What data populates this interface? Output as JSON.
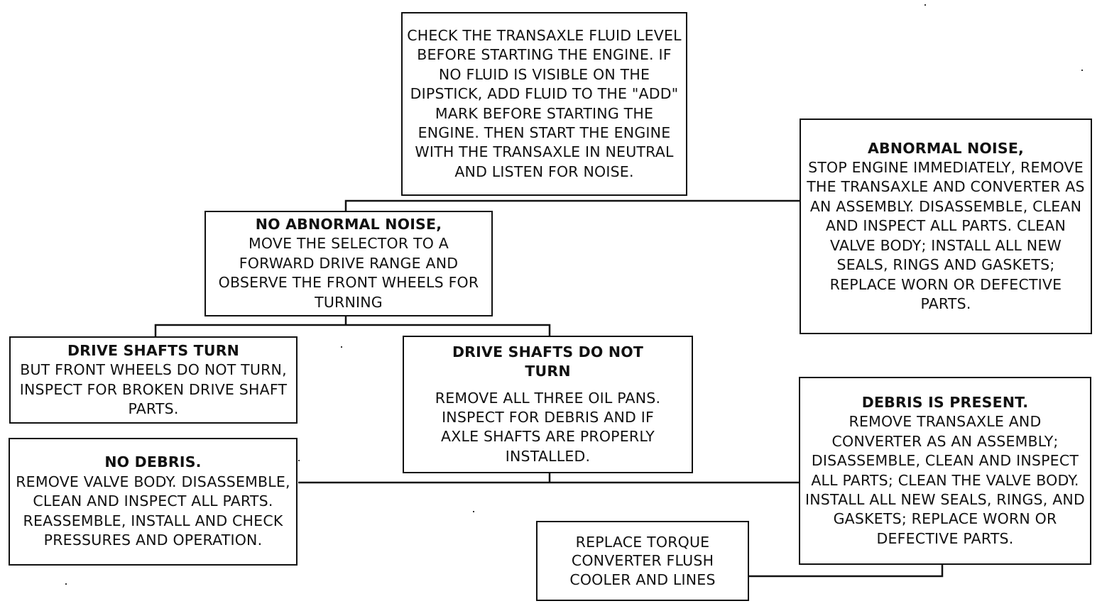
{
  "boxes": {
    "start": {
      "text": "CHECK THE TRANSAXLE FLUID LEVEL BEFORE STARTING THE ENGINE. IF NO FLUID IS VISIBLE ON THE DIPSTICK, ADD FLUID TO THE \"ADD\" MARK BEFORE STARTING THE ENGINE. THEN START THE ENGINE WITH THE TRANSAXLE IN NEUTRAL AND LISTEN FOR NOISE."
    },
    "abnormal_noise": {
      "heading": "ABNORMAL NOISE,",
      "text": "STOP ENGINE IMMEDIATELY, REMOVE THE TRANSAXLE AND CONVERTER AS AN ASSEMBLY. DISASSEMBLE, CLEAN AND INSPECT ALL PARTS. CLEAN VALVE BODY; INSTALL ALL NEW SEALS, RINGS AND GASKETS; REPLACE WORN OR DEFECTIVE PARTS."
    },
    "no_abnormal_noise": {
      "heading": "NO ABNORMAL NOISE,",
      "text": "MOVE THE SELECTOR TO A FORWARD DRIVE RANGE AND OBSERVE THE FRONT WHEELS FOR TURNING"
    },
    "drive_shafts_turn": {
      "heading": "DRIVE SHAFTS TURN",
      "text": "BUT FRONT WHEELS DO NOT TURN, INSPECT FOR BROKEN DRIVE SHAFT PARTS."
    },
    "drive_shafts_not_turn": {
      "heading": "DRIVE SHAFTS DO NOT TURN",
      "text": "REMOVE ALL THREE OIL PANS. INSPECT FOR DEBRIS AND IF AXLE SHAFTS ARE PROPERLY INSTALLED."
    },
    "no_debris": {
      "heading": "NO DEBRIS.",
      "text": "REMOVE VALVE BODY. DISASSEMBLE, CLEAN AND INSPECT ALL PARTS. REASSEMBLE, INSTALL AND CHECK PRESSURES AND OPERATION."
    },
    "debris_present": {
      "heading": "DEBRIS IS PRESENT.",
      "text": "REMOVE TRANSAXLE AND CONVERTER AS AN ASSEMBLY; DISASSEMBLE, CLEAN AND INSPECT ALL PARTS; CLEAN THE VALVE BODY. INSTALL ALL NEW SEALS, RINGS, AND GASKETS; REPLACE WORN OR DEFECTIVE PARTS."
    },
    "replace_converter": {
      "text": "REPLACE TORQUE CONVERTER FLUSH COOLER AND LINES"
    }
  },
  "colors": {
    "ink": "#111111",
    "paper": "#ffffff"
  }
}
